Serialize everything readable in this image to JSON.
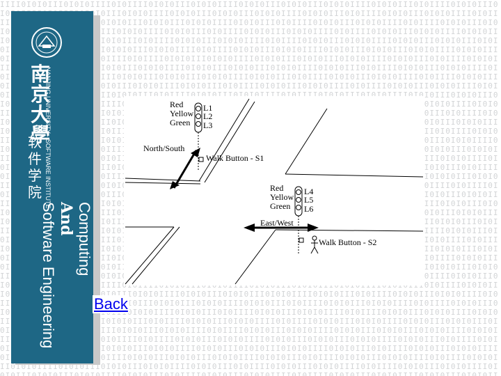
{
  "background": {
    "pattern_text": "IIII0I0I0III0I0I0IIII0I0IIII0I0I0III0I0I0IIII0I0I0III0I0I0III0I0I0IIII0I0I0III0I0"
  },
  "side_panel": {
    "university_cn": "南京大學",
    "university_en": "NANJING UNIVERSITY · SOFTWARE INSTITUTE",
    "institute_cn": "软件学院",
    "title_line1": "Computing",
    "title_line2": "And",
    "title_line3": "Software Engineering",
    "color": "#1e6785"
  },
  "diagram": {
    "ns_light": {
      "colors": [
        "Red",
        "Yellow",
        "Green"
      ],
      "lamps": [
        "L1",
        "L2",
        "L3"
      ],
      "direction": "North/South",
      "walk_button": "Walk Button - S1"
    },
    "ew_light": {
      "colors": [
        "Red",
        "Yellow",
        "Green"
      ],
      "lamps": [
        "L4",
        "L5",
        "L6"
      ],
      "direction": "East/West",
      "walk_button": "Walk Button - S2"
    }
  },
  "nav": {
    "back_label": "Back"
  }
}
